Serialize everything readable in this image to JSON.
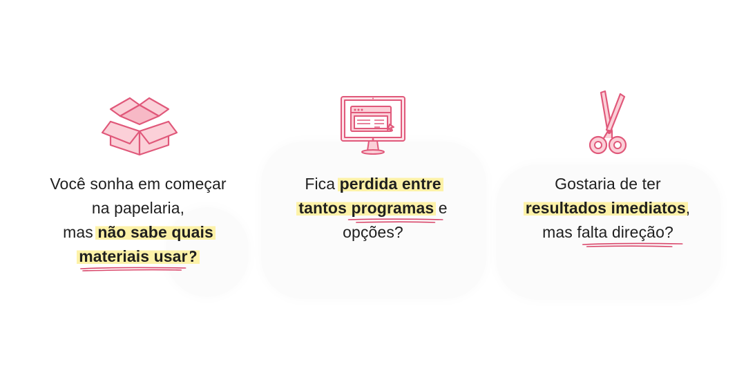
{
  "cards": [
    {
      "icon": "open-box-icon",
      "line1": "Você sonha em começar",
      "line2": "na papelaria,",
      "line3_pre": "mas ",
      "line3_hl": "não sabe quais",
      "line4_hl": "materiais usar",
      "line4_post": "?"
    },
    {
      "icon": "computer-monitor-icon",
      "line1_pre": "Fica ",
      "line1_hl": "perdida entre",
      "line2_hl_a": "tantos ",
      "line2_hl_b": "programas",
      "line2_post": " e",
      "line3": "opções?"
    },
    {
      "icon": "scissors-icon",
      "line1": "Gostaria de ter",
      "line2_hl": "resultados imediatos",
      "line2_post": ",",
      "line3_pre": "mas ",
      "line3_u": "falta direção",
      "line3_post": "?"
    }
  ],
  "colors": {
    "accent_pink": "#e0587a",
    "icon_fill": "#fbd0d8",
    "highlight": "#fdf2a8",
    "underline": "#d9466a",
    "text": "#1f1f1f"
  }
}
